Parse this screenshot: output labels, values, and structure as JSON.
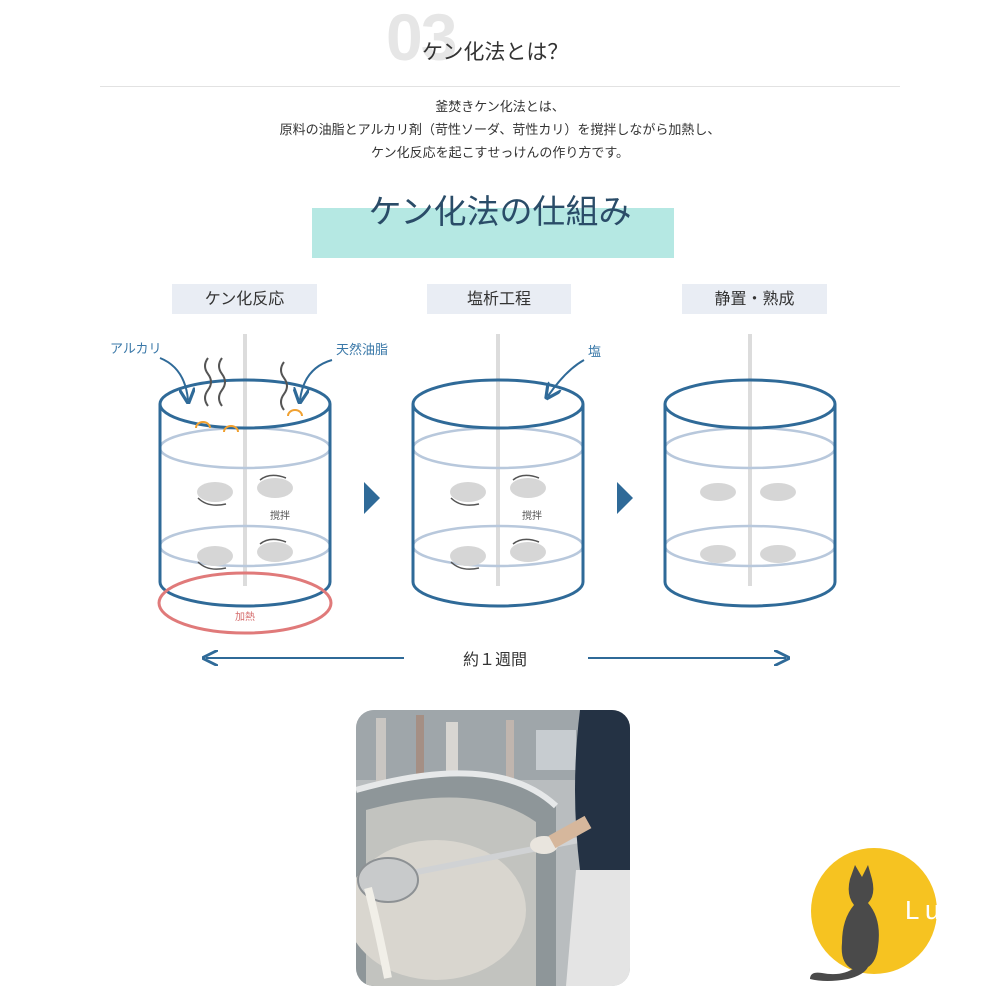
{
  "section": {
    "number": "03",
    "title": "ケン化法とは？"
  },
  "intro": {
    "lines": [
      "釜焚きケン化法とは、",
      "原料の油脂とアルカリ剤（苛性ソーダ、苛性カリ）を撹拌しながら加熱し、",
      "ケン化反応を起こすせっけんの作り方です。"
    ]
  },
  "mechanism": {
    "title": "ケン化法の仕組み",
    "steps": [
      {
        "label": "ケン化反応"
      },
      {
        "label": "塩析工程"
      },
      {
        "label": "静置・熟成"
      }
    ],
    "labels": {
      "alkali": "アルカリ",
      "oil": "天然油脂",
      "stir_1": "撹拌",
      "heat": "加熱",
      "salt": "塩",
      "stir_2": "撹拌"
    },
    "period": "約１週間"
  },
  "logo": {
    "text": "Luna"
  },
  "colors": {
    "tank_outline": "#2f6a98",
    "tank_inner_line": "#b8c8dc",
    "stir_rod": "#dcdcdc",
    "annotation": "#3a78a8",
    "heat_ring": "#e07a7a",
    "heat_label": "#d46a6a",
    "accent_orange": "#f0a030",
    "title_highlight": "#b5e8e3",
    "step_box_bg": "#e9edf4",
    "logo_circle": "#f6c321",
    "logo_cat": "#4a4a4a"
  }
}
